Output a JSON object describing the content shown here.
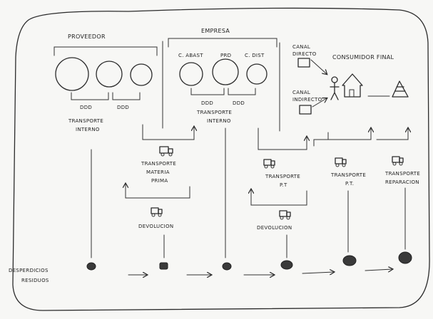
{
  "sections": {
    "proveedor": "PROVEEDOR",
    "empresa": "EMPRESA",
    "consumidor_final": "CONSUMIDOR FINAL"
  },
  "company_stages": {
    "c_abast": "C. ABAST",
    "prod": "PRD",
    "c_dist": "C. DIST"
  },
  "supplier_flow": {
    "transport_codes": [
      "DDD",
      "DDD"
    ],
    "transport_label_line1": "TRANSPORTE",
    "transport_label_line2": "INTERNO"
  },
  "company_flow": {
    "transport_codes": [
      "DDD",
      "DDD"
    ],
    "transport_label_line1": "TRANSPORTE",
    "transport_label_line2": "INTERNO"
  },
  "channels": {
    "canal_directo_line1": "CANAL",
    "canal_directo_line2": "DIRECTO",
    "canal_indirecto_line1": "CANAL",
    "canal_indirecto_line2": "INDIRECTO"
  },
  "lower_labels": {
    "transporte_mp_line1": "TRANSPORTE",
    "transporte_mp_line2": "MATERIA",
    "transporte_mp_line3": "PRIMA",
    "devolucion_1": "DEVOLUCION",
    "transporte_pt_1_line1": "TRANSPORTE",
    "transporte_pt_1_line2": "P.T",
    "devolucion_2": "DEVOLUCION",
    "transporte_pt_2_line1": "TRANSPORTE",
    "transporte_pt_2_line2": "P.T.",
    "transporte_reparacion_line1": "TRANSPORTE",
    "transporte_reparacion_line2": "REPARACION"
  },
  "waste": {
    "label_line1": "DESPERDICIOS",
    "label_line2": "RESIDUOS"
  }
}
